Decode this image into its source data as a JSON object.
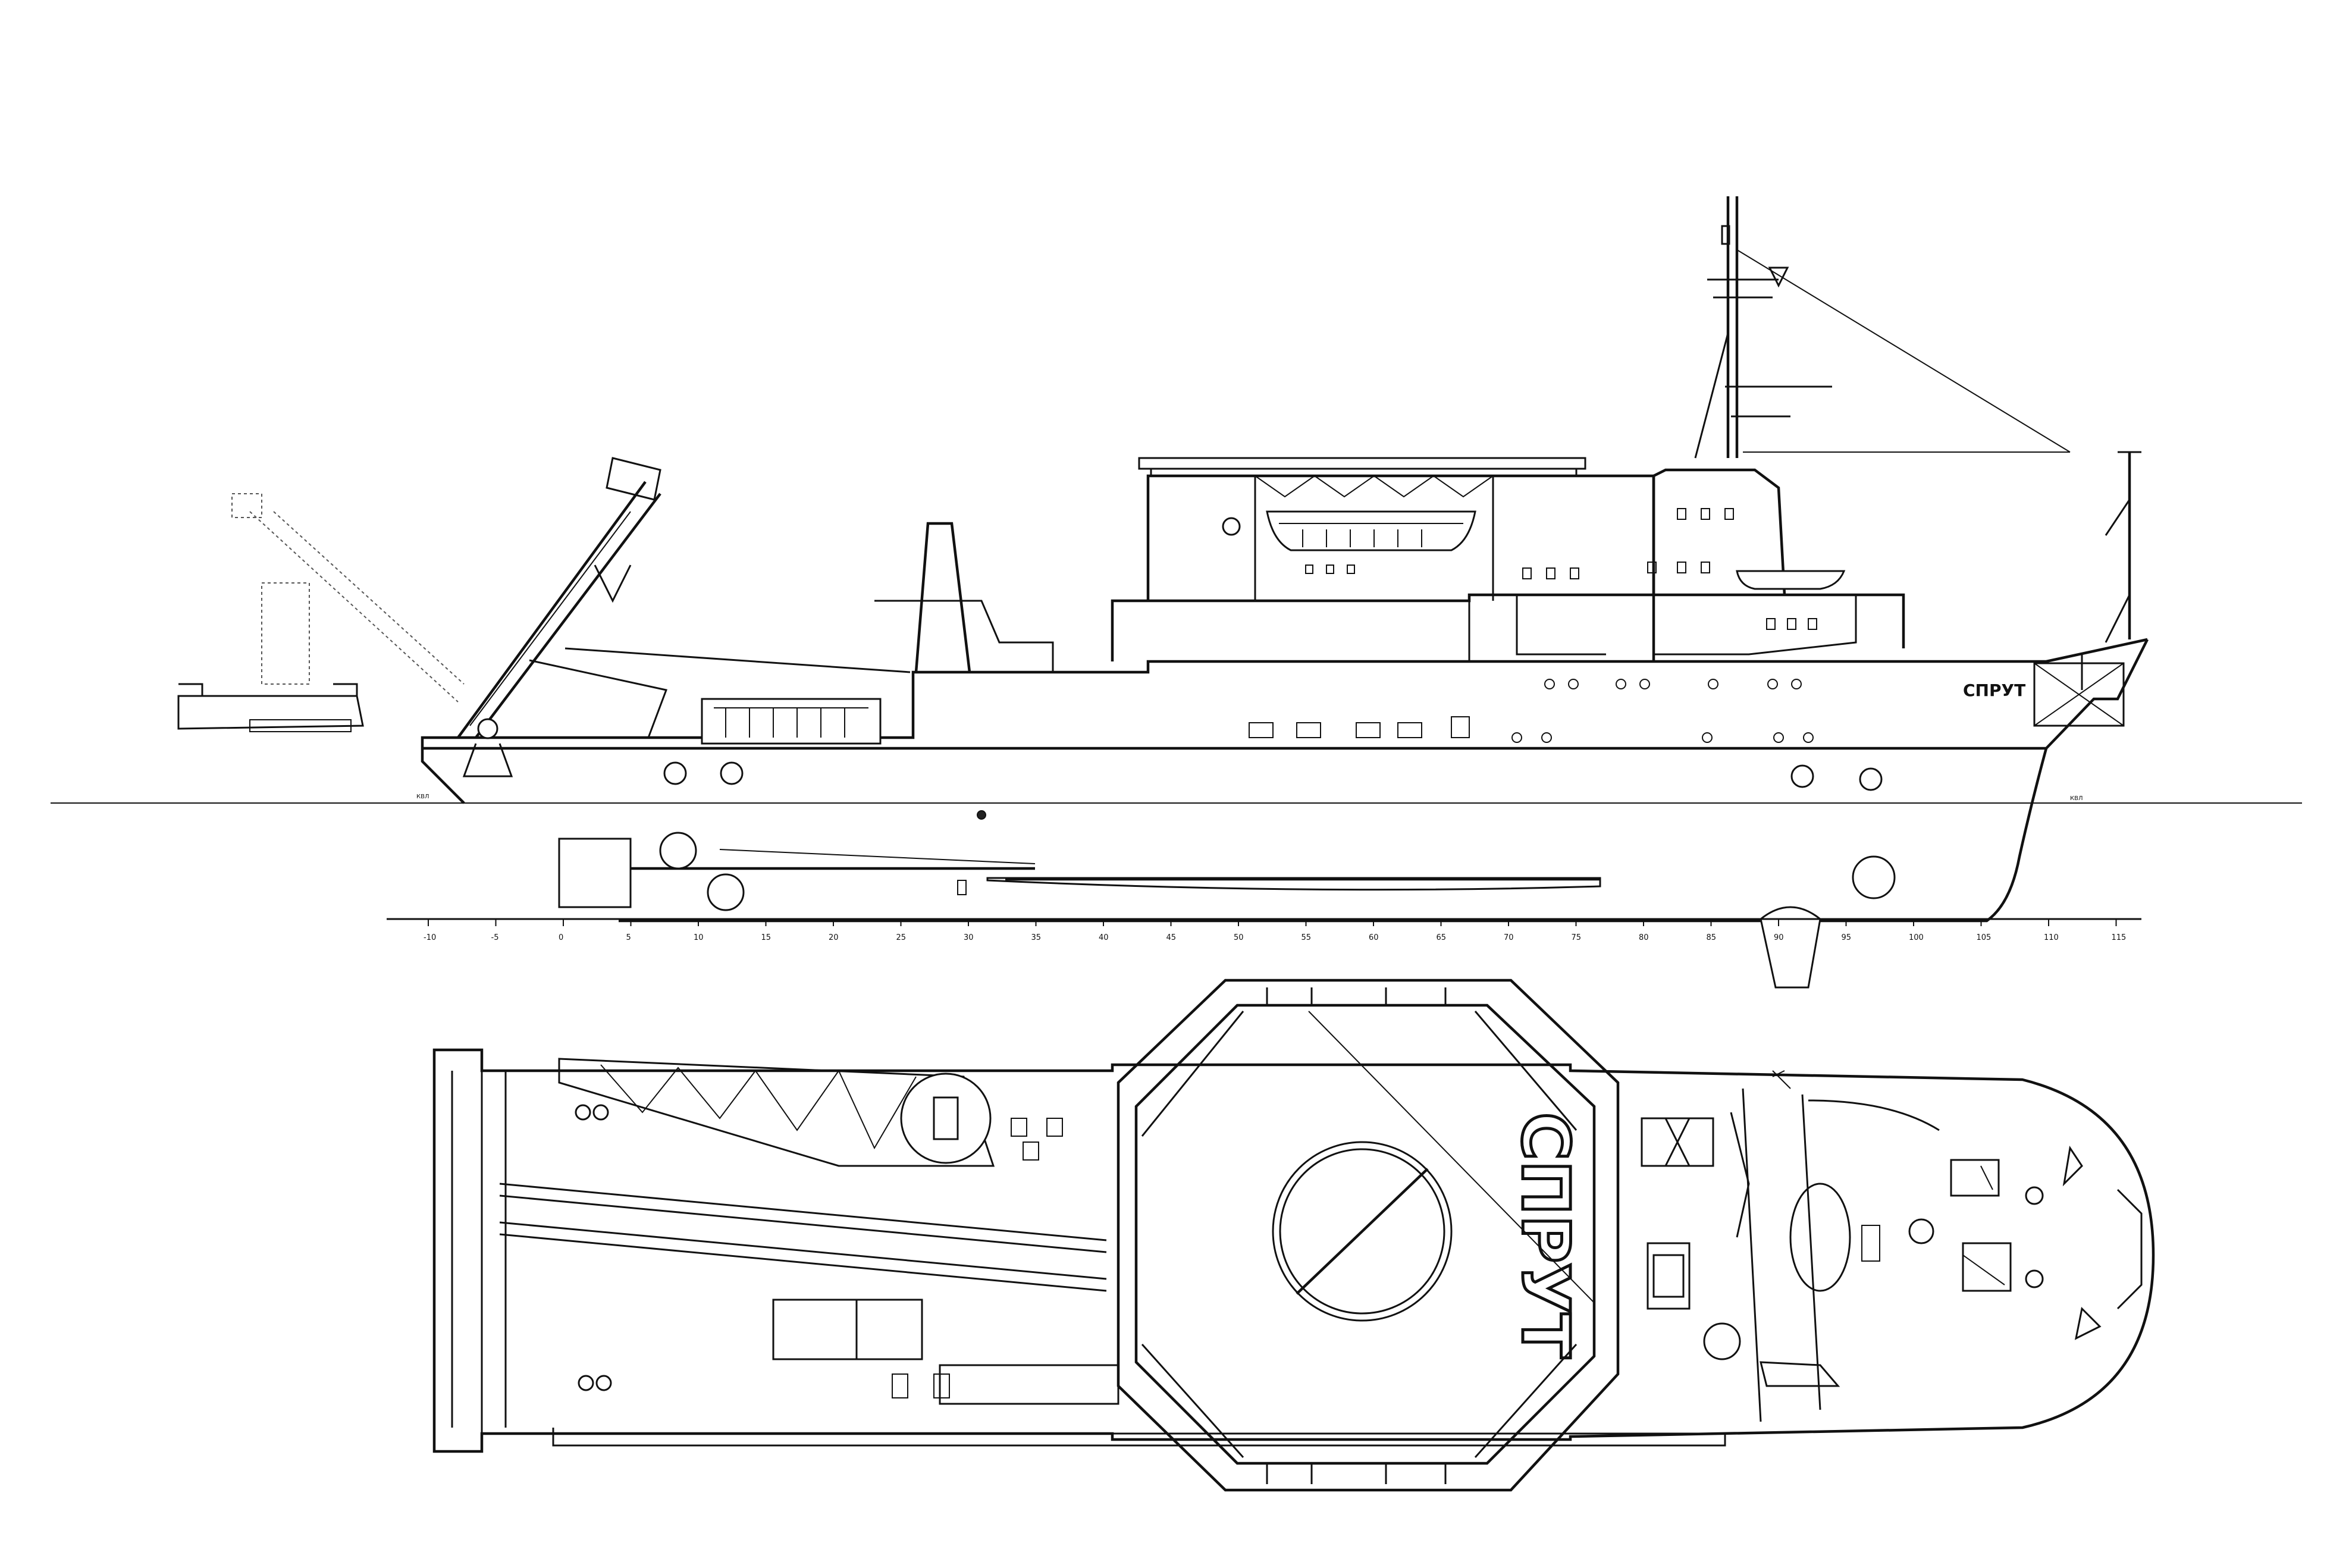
{
  "drawing": {
    "vessel_name_side": "СПРУТ",
    "vessel_name_plan": "СПРУТ",
    "baseline_mark_left": "КВЛ",
    "baseline_mark_right": "КВЛ"
  },
  "frame_scale": {
    "labels": [
      "-10",
      "-5",
      "0",
      "5",
      "10",
      "15",
      "20",
      "25",
      "30",
      "35",
      "40",
      "45",
      "50",
      "55",
      "60",
      "65",
      "70",
      "75",
      "80",
      "85",
      "90",
      "95",
      "100",
      "105",
      "110",
      "115"
    ]
  }
}
